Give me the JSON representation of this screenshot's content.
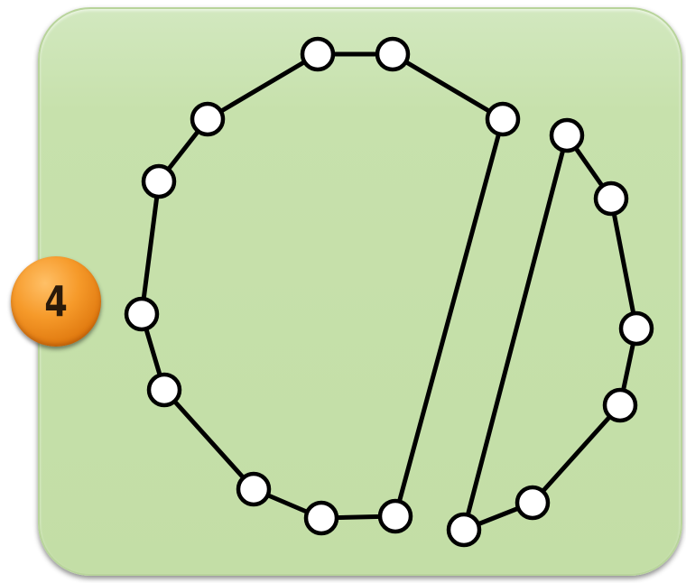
{
  "step_badge": {
    "label": "4",
    "color": "#f39425"
  },
  "panel": {
    "fill_color": "#c5dfa9"
  },
  "diagram": {
    "node_fill": "#ffffff",
    "stroke_color": "#000000",
    "paths": [
      {
        "name": "large-loop-path",
        "closed": false
      },
      {
        "name": "small-loop-path",
        "closed": false
      }
    ]
  }
}
